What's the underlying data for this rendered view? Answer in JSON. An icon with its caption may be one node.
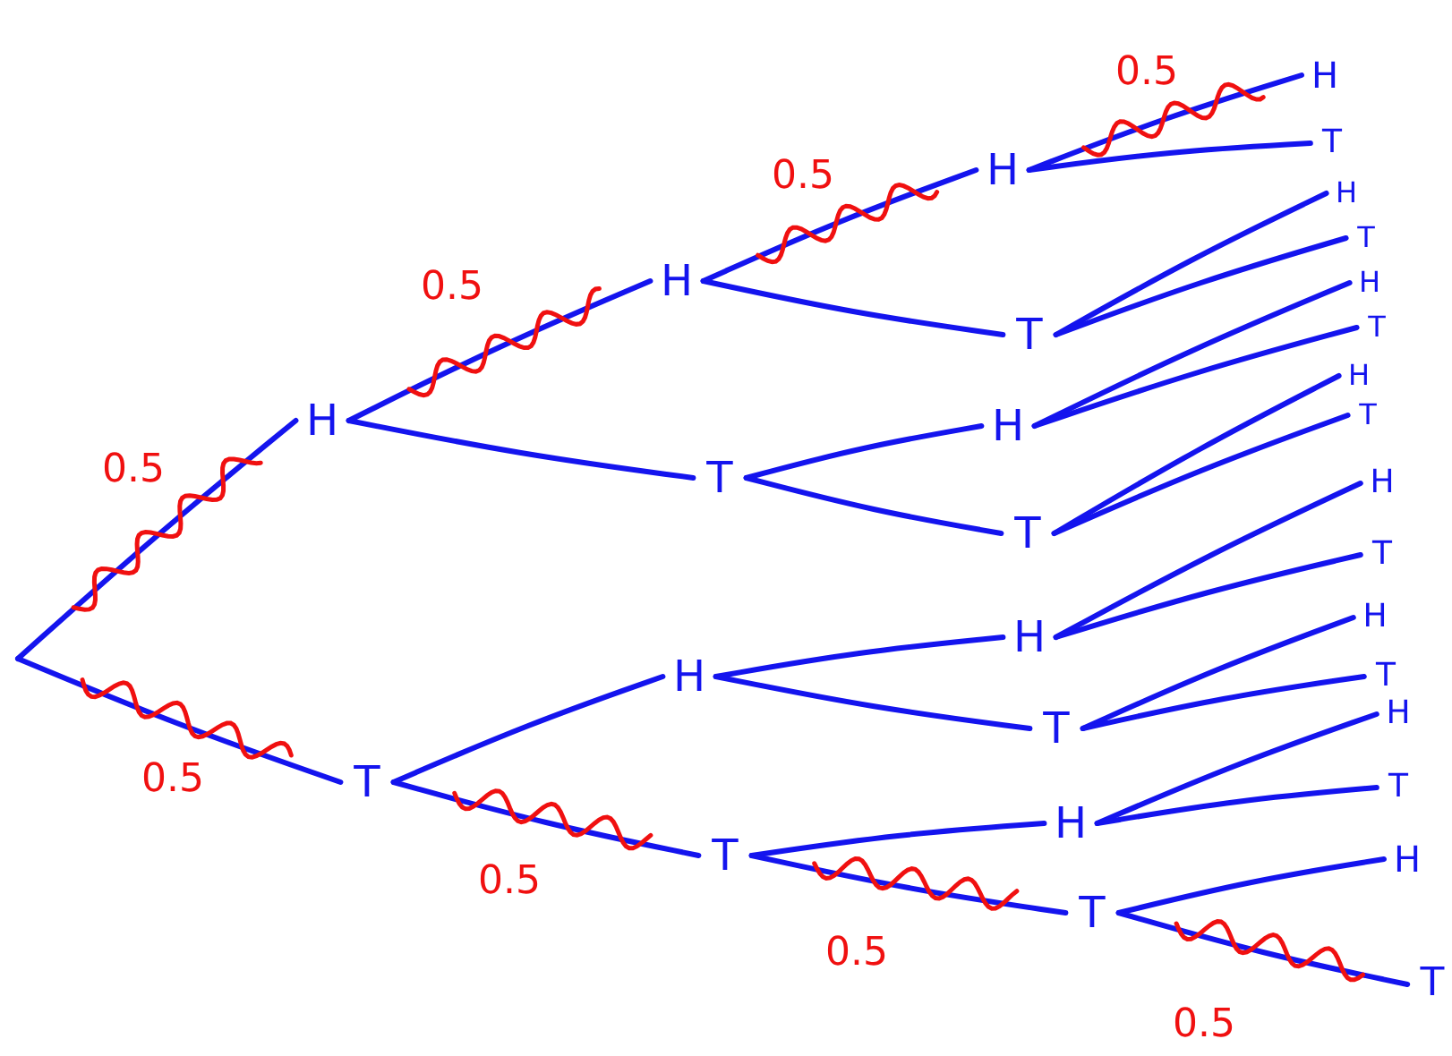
{
  "diagram": {
    "nodes": [
      {
        "text": [
          "H"
        ]
      },
      {
        "text": [
          "T"
        ]
      },
      {
        "text": [
          "H"
        ]
      },
      {
        "text": [
          "T"
        ]
      },
      {
        "text": [
          "H"
        ]
      },
      {
        "text": [
          "T"
        ]
      },
      {
        "text": [
          "H"
        ]
      },
      {
        "text": [
          "T"
        ]
      },
      {
        "text": [
          "H"
        ]
      },
      {
        "text": [
          "T"
        ]
      },
      {
        "text": [
          "H"
        ]
      },
      {
        "text": [
          "T"
        ]
      },
      {
        "text": [
          "H"
        ]
      },
      {
        "text": [
          "T"
        ]
      },
      {
        "text": [
          "H"
        ]
      },
      {
        "text": [
          "T"
        ]
      },
      {
        "text": [
          "H"
        ]
      },
      {
        "text": [
          "T"
        ]
      },
      {
        "text": [
          "H"
        ]
      },
      {
        "text": [
          "T"
        ]
      },
      {
        "text": [
          "H"
        ]
      },
      {
        "text": [
          "T"
        ]
      },
      {
        "text": [
          "H"
        ]
      },
      {
        "text": [
          "T"
        ]
      },
      {
        "text": [
          "H"
        ]
      },
      {
        "text": [
          "T"
        ]
      },
      {
        "text": [
          "H"
        ]
      },
      {
        "text": [
          "T"
        ]
      },
      {
        "text": [
          "H"
        ]
      },
      {
        "text": [
          "T"
        ]
      }
    ],
    "edges": [
      {
        "from": null,
        "to": 0,
        "arrow": "none",
        "label": "0.5"
      },
      {
        "from": null,
        "to": 1,
        "arrow": "none",
        "label": "0.5"
      },
      {
        "from": 0,
        "to": 2,
        "arrow": "none",
        "label": "0.5"
      },
      {
        "from": 0,
        "to": 3,
        "arrow": "none"
      },
      {
        "from": 1,
        "to": 4,
        "arrow": "none"
      },
      {
        "from": 1,
        "to": 5,
        "arrow": "none",
        "label": "0.5"
      },
      {
        "from": 2,
        "to": 6,
        "arrow": "none",
        "label": "0.5"
      },
      {
        "from": 2,
        "to": 7,
        "arrow": "none"
      },
      {
        "from": 3,
        "to": 8,
        "arrow": "none"
      },
      {
        "from": 3,
        "to": 9,
        "arrow": "none"
      },
      {
        "from": 4,
        "to": 10,
        "arrow": "none"
      },
      {
        "from": 4,
        "to": 11,
        "arrow": "none"
      },
      {
        "from": 5,
        "to": 12,
        "arrow": "none"
      },
      {
        "from": 5,
        "to": 13,
        "arrow": "none",
        "label": "0.5"
      },
      {
        "from": 6,
        "to": 14,
        "arrow": "none",
        "label": "0.5"
      },
      {
        "from": 6,
        "to": 15,
        "arrow": "none"
      },
      {
        "from": 7,
        "to": 16,
        "arrow": "none"
      },
      {
        "from": 7,
        "to": 17,
        "arrow": "none"
      },
      {
        "from": 8,
        "to": 18,
        "arrow": "none"
      },
      {
        "from": 8,
        "to": 19,
        "arrow": "none"
      },
      {
        "from": 9,
        "to": 20,
        "arrow": "none"
      },
      {
        "from": 9,
        "to": 21,
        "arrow": "none"
      },
      {
        "from": 10,
        "to": 22,
        "arrow": "none"
      },
      {
        "from": 10,
        "to": 23,
        "arrow": "none"
      },
      {
        "from": 11,
        "to": 24,
        "arrow": "none"
      },
      {
        "from": 11,
        "to": 25,
        "arrow": "none"
      },
      {
        "from": 12,
        "to": 26,
        "arrow": "none"
      },
      {
        "from": 12,
        "to": 27,
        "arrow": "none"
      },
      {
        "from": 13,
        "to": 28,
        "arrow": "none"
      },
      {
        "from": 13,
        "to": 29,
        "arrow": "none",
        "label": "0.5"
      }
    ]
  }
}
